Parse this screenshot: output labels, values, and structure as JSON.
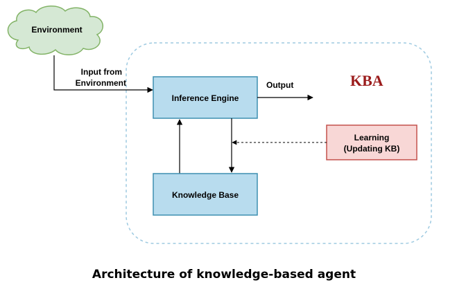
{
  "diagram": {
    "environment_label": "Environment",
    "input_label_line1": "Input from",
    "input_label_line2": "Environment",
    "inference_engine_label": "Inference Engine",
    "output_label": "Output",
    "kba_label": "KBA",
    "learning_label_line1": "Learning",
    "learning_label_line2": "(Updating KB)",
    "knowledge_base_label": "Knowledge Base",
    "caption": "Architecture of knowledge-based agent"
  },
  "colors": {
    "cloud_fill": "#d5e8d4",
    "cloud_stroke": "#82b366",
    "box_fill": "#b8dcee",
    "box_stroke": "#3d8fb0",
    "learning_fill": "#f8d7d6",
    "learning_stroke": "#c4504c",
    "container_stroke": "#9ecae1",
    "kba_text": "#9b1c1c"
  }
}
